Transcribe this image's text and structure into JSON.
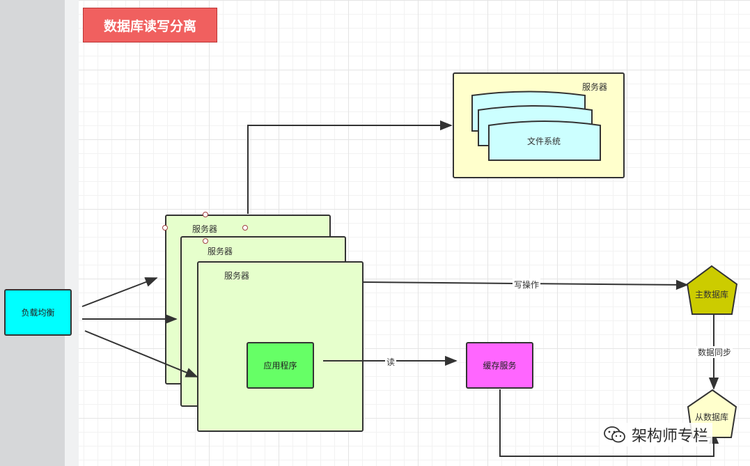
{
  "title": "数据库读写分离",
  "load_balancer": {
    "label": "负载均衡"
  },
  "servers": [
    {
      "label": "服务器"
    },
    {
      "label": "服务器"
    },
    {
      "label": "服务器"
    }
  ],
  "app": {
    "label": "应用程序"
  },
  "file_server": {
    "label": "服务器",
    "fs_label": "文件系统"
  },
  "cache": {
    "label": "缓存服务"
  },
  "master_db": {
    "label": "主数据库"
  },
  "slave_db": {
    "label": "从数据库"
  },
  "edges": {
    "write": "写操作",
    "read": "读",
    "sync": "数据同步"
  },
  "watermark": {
    "text": "架构师专栏",
    "icon": "wechat-icon"
  },
  "colors": {
    "title_bg": "#f0605f",
    "load_balancer": "#00ffff",
    "server": "#e6ffcc",
    "app": "#66ff66",
    "file_server": "#ffffcc",
    "file_system": "#ccffff",
    "cache": "#ff66ff",
    "master_db": "#cccc00",
    "slave_db": "#ffffcc"
  }
}
